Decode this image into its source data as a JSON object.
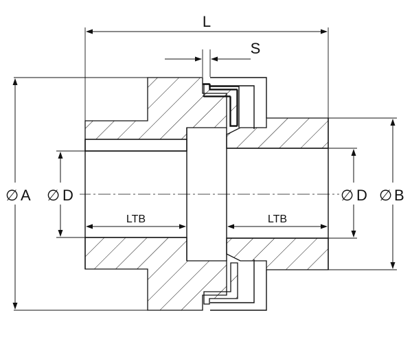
{
  "diagram": {
    "labels": {
      "length": "L",
      "spacing": "S",
      "outer_diameter": "A",
      "hub_diameter": "B",
      "bore_left": "D",
      "bore_right": "D",
      "hub_length_left": "LTB",
      "hub_length_right": "LTB"
    },
    "diameter_symbol": "∅"
  }
}
